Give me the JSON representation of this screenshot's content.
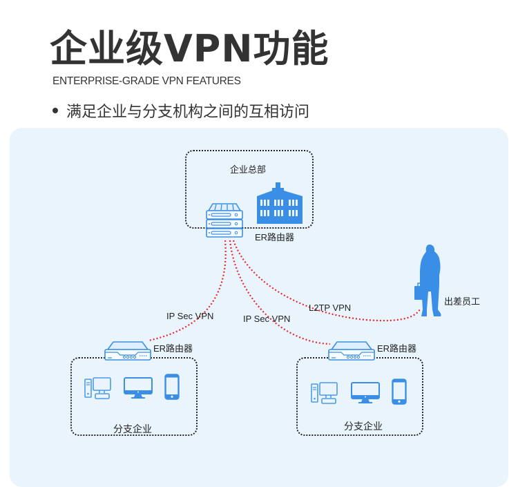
{
  "header": {
    "title": "企业级VPN功能",
    "subtitle": "ENTERPRISE-GRADE VPN FEATURES",
    "bullet": "满足企业与分支机构之间的互相访问"
  },
  "diagram": {
    "headquarters": {
      "label": "企业总部",
      "router_label": "ER路由器",
      "icons": [
        "rack-router-icon",
        "office-building-icon"
      ]
    },
    "branch_left": {
      "label": "分支企业",
      "router_label": "ER路由器",
      "icons": [
        "router-icon",
        "desktop-pc-icon",
        "monitor-icon",
        "smartphone-icon"
      ]
    },
    "branch_right": {
      "label": "分支企业",
      "router_label": "ER路由器",
      "icons": [
        "router-icon",
        "desktop-pc-icon",
        "monitor-icon",
        "smartphone-icon"
      ]
    },
    "remote_worker": {
      "label": "出差员工",
      "icon": "businessman-icon"
    },
    "links": [
      {
        "from": "headquarters",
        "to": "branch_left",
        "label": "IP Sec VPN"
      },
      {
        "from": "headquarters",
        "to": "branch_right",
        "label": "IP Sec VPN"
      },
      {
        "from": "headquarters",
        "to": "remote_worker",
        "label": "L2TP VPN"
      }
    ],
    "colors": {
      "panel_bg": "#eaf4fd",
      "icon_blue": "#3a8ee6",
      "link_red": "#e8262a"
    }
  }
}
